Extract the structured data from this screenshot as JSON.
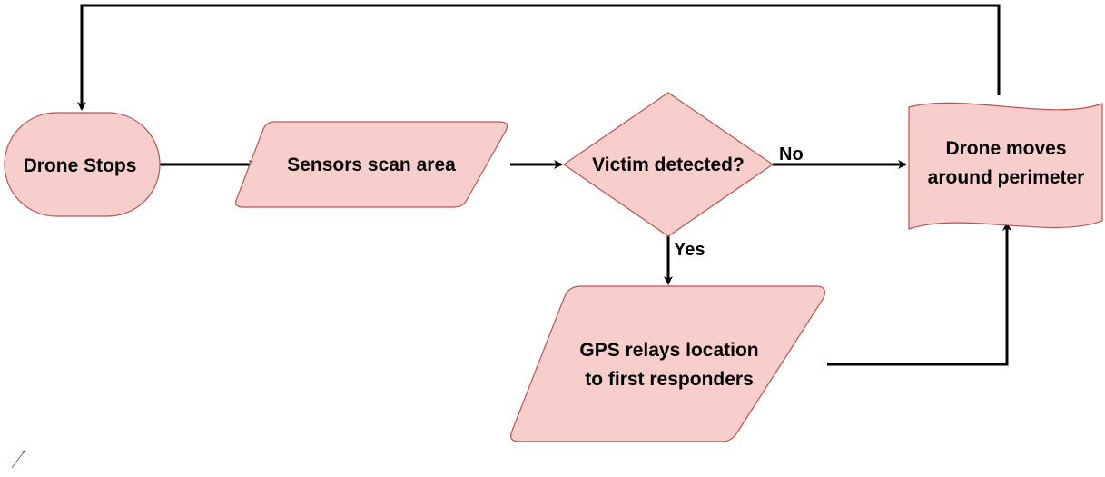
{
  "colors": {
    "node_fill": "#f8cecc",
    "node_stroke": "#b85450",
    "edge": "#000000",
    "text": "#000000"
  },
  "nodes": {
    "drone_stops": {
      "shape": "terminator",
      "lines": [
        "Drone Stops"
      ]
    },
    "sensors_scan": {
      "shape": "parallelogram",
      "lines": [
        "Sensors scan area"
      ]
    },
    "victim_detected": {
      "shape": "decision",
      "lines": [
        "Victim detected?"
      ]
    },
    "drone_moves": {
      "shape": "document",
      "lines": [
        "Drone moves",
        "around perimeter"
      ]
    },
    "gps_relays": {
      "shape": "parallelogram",
      "lines": [
        "GPS relays location",
        "to first responders"
      ]
    }
  },
  "edges": {
    "no_label": "No",
    "yes_label": "Yes"
  }
}
